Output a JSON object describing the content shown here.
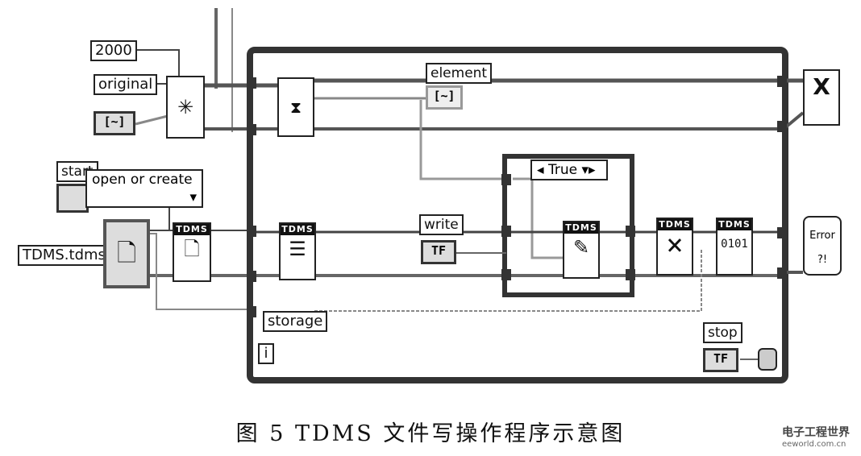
{
  "constants": {
    "timeout": "2000",
    "queue_name": "original",
    "file_name": "TDMS.tdms"
  },
  "controls": {
    "waveform_label": "[~]",
    "start": "start",
    "operation": "open or create",
    "write": "write",
    "write_bool": "TF",
    "stop": "stop",
    "stop_bool": "TF"
  },
  "loop": {
    "element": "element",
    "storage": "storage",
    "iteration": "i"
  },
  "case_structure": {
    "selector": "True"
  },
  "nodes": {
    "tdms_header": "TDMS",
    "error_text": "Error ?!",
    "release_queue_glyph": "X"
  },
  "caption": "图 5   TDMS 文件写操作程序示意图",
  "watermark": {
    "title": "电子工程世界",
    "url": "eeworld.com.cn"
  }
}
